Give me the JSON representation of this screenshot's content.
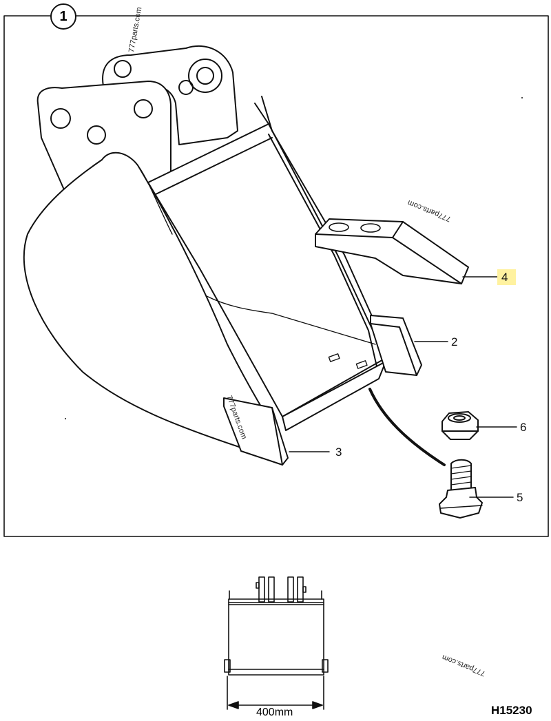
{
  "diagram": {
    "number": "1",
    "code": "H15230",
    "dimension": "400mm",
    "watermarks": [
      "777parts.com",
      "777parts.com",
      "777parts.com",
      "777parts.com"
    ]
  },
  "parts": [
    {
      "label": "2",
      "name": "side cutter (right)"
    },
    {
      "label": "3",
      "name": "side cutter (left)"
    },
    {
      "label": "4",
      "name": "tooth"
    },
    {
      "label": "5",
      "name": "bolt"
    },
    {
      "label": "6",
      "name": "nut"
    }
  ],
  "highlight_color": "#fff2a0"
}
